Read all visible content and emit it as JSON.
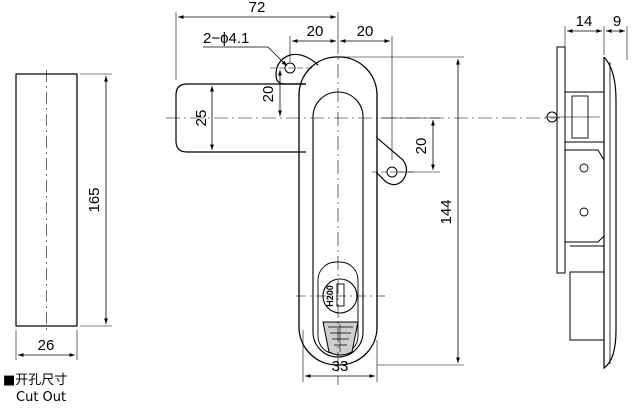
{
  "legend": {
    "marker": "■",
    "title_cn": "开孔尺寸",
    "title_en": "Cut Out"
  },
  "dimensions": {
    "cutout_width": "26",
    "cutout_height": "165",
    "overall_width": "72",
    "hole_spec": "2−ϕ4.1",
    "hole_offset_left": "20",
    "hole_offset_right": "20",
    "hole_vertical": "20",
    "handle_width": "25",
    "lower_hole_vertical": "20",
    "body_height": "144",
    "body_width": "33",
    "side_thickness": "14",
    "side_depth": "9"
  },
  "marking": {
    "lock_model": "H200"
  }
}
